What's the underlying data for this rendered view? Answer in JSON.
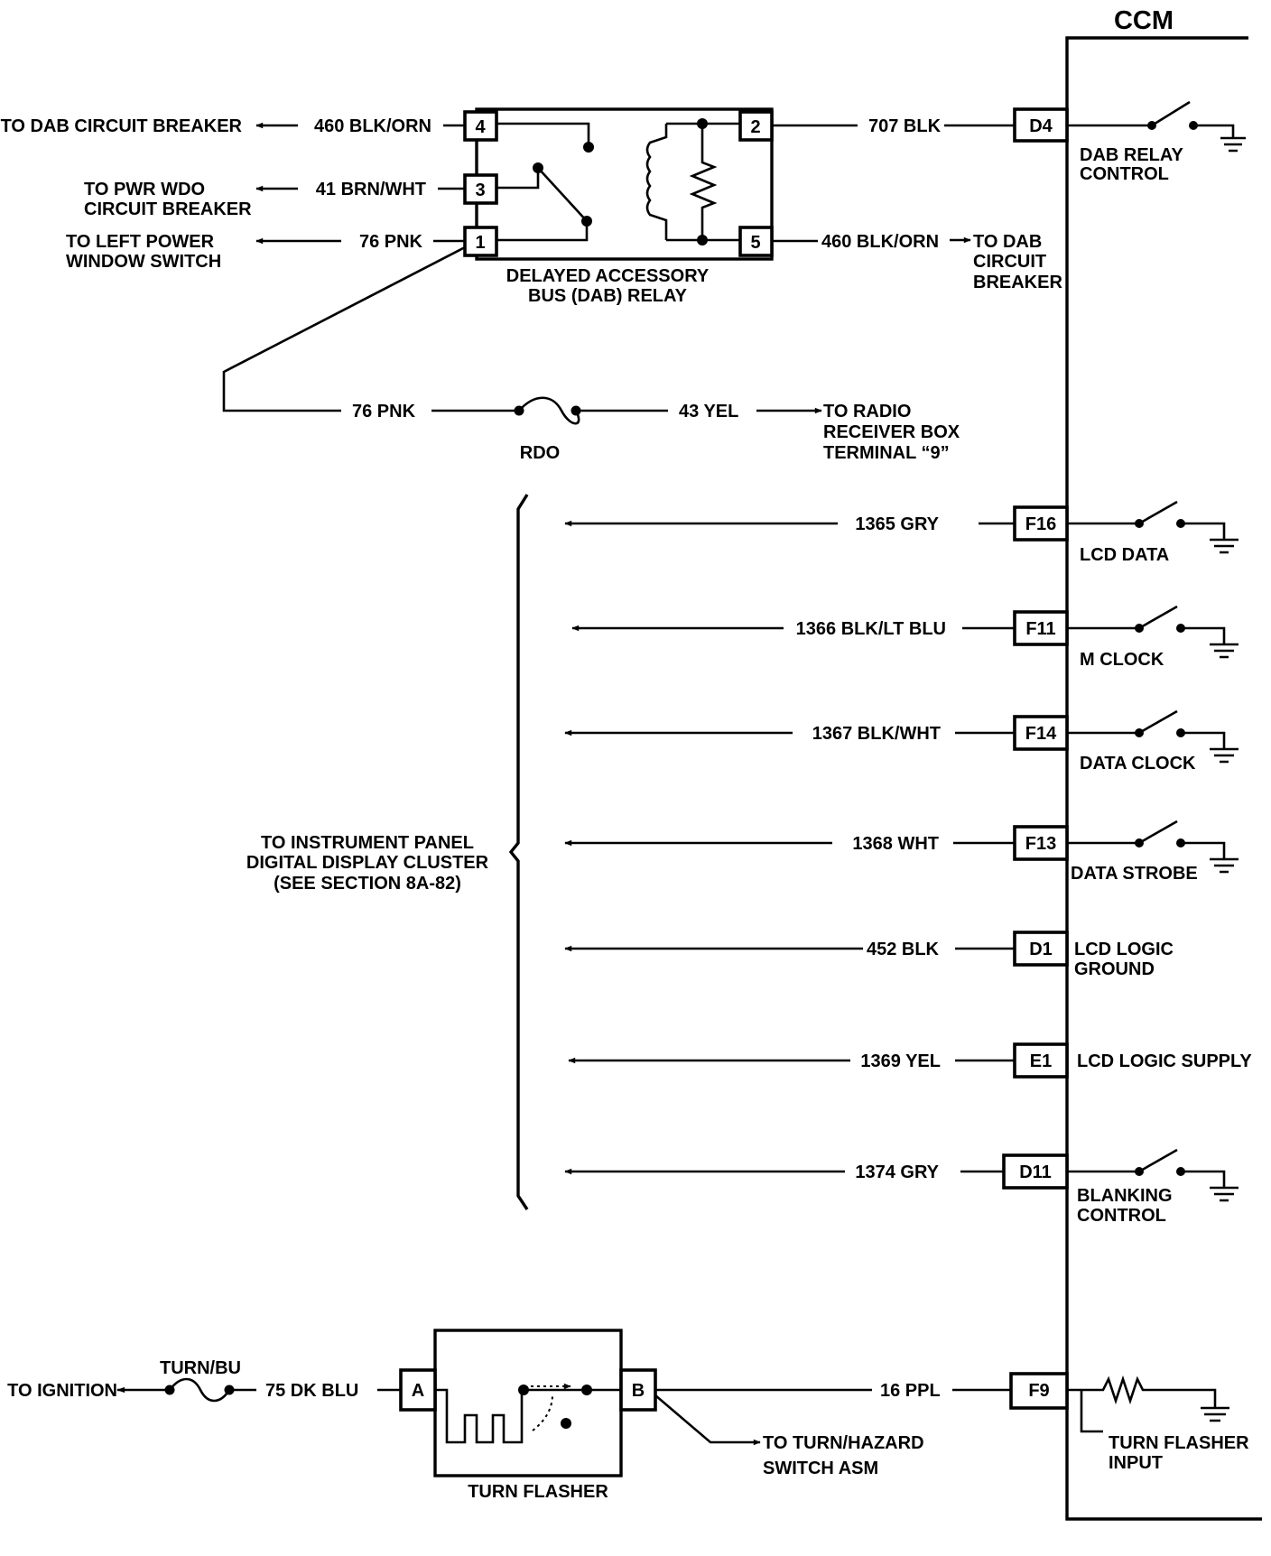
{
  "ccm": {
    "title": "CCM"
  },
  "relay": {
    "title_lines": [
      "DELAYED ACCESSORY",
      "BUS (DAB) RELAY"
    ],
    "pins": [
      "4",
      "3",
      "1",
      "2",
      "5"
    ]
  },
  "left_wires": [
    {
      "pin": "4",
      "wire": "460 BLK/ORN",
      "dest": [
        "TO DAB CIRCUIT BREAKER"
      ]
    },
    {
      "pin": "3",
      "wire": "41 BRN/WHT",
      "dest": [
        "TO PWR WDO",
        "CIRCUIT BREAKER"
      ]
    },
    {
      "pin": "1",
      "wire": "76 PNK",
      "dest": [
        "TO LEFT POWER",
        "WINDOW SWITCH"
      ]
    }
  ],
  "right_wires": [
    {
      "pin": "2",
      "wire": "707 BLK",
      "ccm_pin": "D4",
      "label": [
        "DAB RELAY",
        "CONTROL"
      ]
    },
    {
      "pin": "5",
      "wire": "460 BLK/ORN",
      "dest": [
        "TO DAB",
        "CIRCUIT",
        "BREAKER"
      ]
    }
  ],
  "rdo": {
    "in_wire": "76 PNK",
    "fuse": "RDO",
    "out_wire": "43 YEL",
    "dest": [
      "TO RADIO",
      "RECEIVER BOX",
      "TERMINAL “9”"
    ]
  },
  "cluster": {
    "label": [
      "TO INSTRUMENT PANEL",
      "DIGITAL DISPLAY CLUSTER",
      "(SEE SECTION 8A-82)"
    ]
  },
  "ccm_signals": [
    {
      "wire": "1365 GRY",
      "pin": "F16",
      "label": [
        "LCD DATA"
      ]
    },
    {
      "wire": "1366 BLK/LT BLU",
      "pin": "F11",
      "label": [
        "M CLOCK"
      ]
    },
    {
      "wire": "1367 BLK/WHT",
      "pin": "F14",
      "label": [
        "DATA CLOCK"
      ]
    },
    {
      "wire": "1368 WHT",
      "pin": "F13",
      "label": [
        "DATA STROBE"
      ]
    },
    {
      "wire": "452 BLK",
      "pin": "D1",
      "label": [
        "LCD LOGIC",
        "GROUND"
      ]
    },
    {
      "wire": "1369 YEL",
      "pin": "E1",
      "label": [
        "LCD LOGIC SUPPLY"
      ]
    },
    {
      "wire": "1374 GRY",
      "pin": "D11",
      "label": [
        "BLANKING",
        "CONTROL"
      ]
    }
  ],
  "flasher": {
    "title": "TURN FLASHER",
    "pin_a": "A",
    "pin_b": "B",
    "ignition": "TO IGNITION",
    "fuse": "TURN/BU",
    "in_wire": "75 DK BLU",
    "out_wire": "16 PPL",
    "dest": [
      "TO TURN/HAZARD",
      "SWITCH ASM"
    ],
    "ccm_pin": "F9",
    "input_label": [
      "TURN FLASHER",
      "INPUT"
    ]
  }
}
